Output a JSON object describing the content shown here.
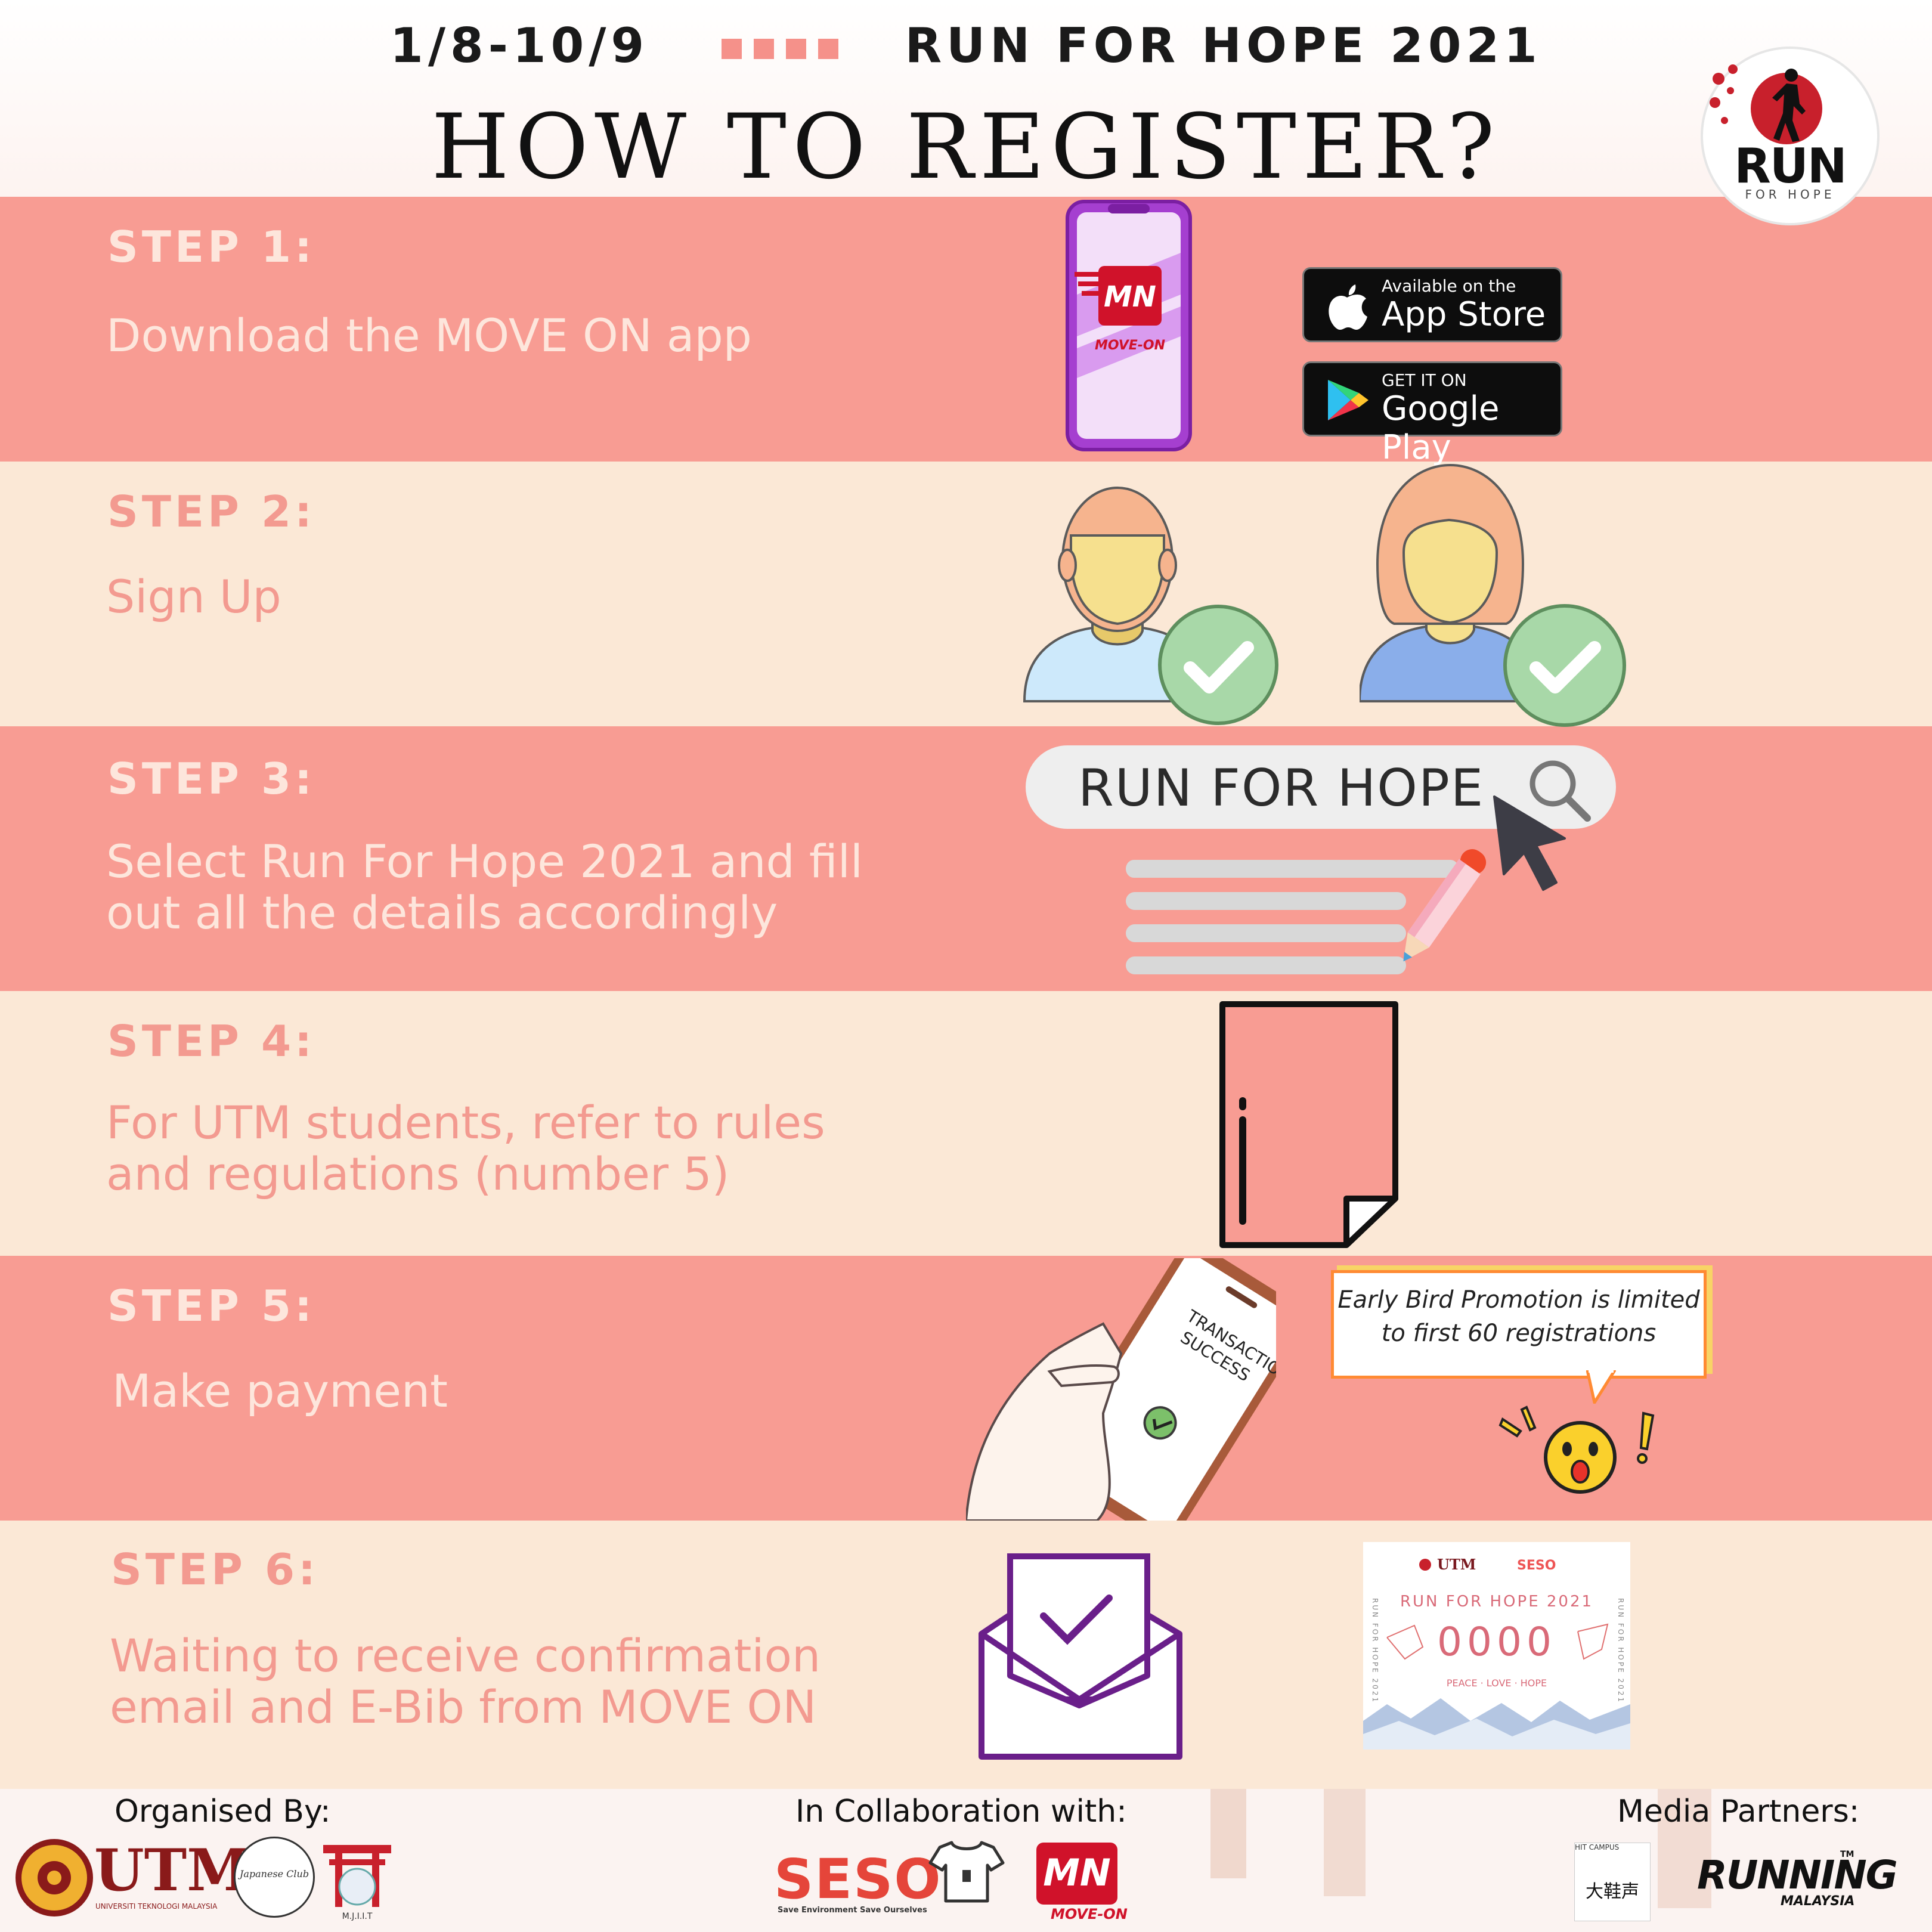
{
  "header": {
    "date_range": "1/8-10/9",
    "event": "RUN FOR HOPE 2021",
    "title": "HOW TO REGISTER?",
    "logo_word": "RUN",
    "logo_sub": "FOR HOPE"
  },
  "steps": [
    {
      "label": "STEP 1:",
      "lines": [
        "Download the MOVE ON app"
      ]
    },
    {
      "label": "STEP 2:",
      "lines": [
        "Sign Up"
      ]
    },
    {
      "label": "STEP 3:",
      "lines": [
        "Select Run For Hope 2021 and fill",
        "out all the details accordingly"
      ]
    },
    {
      "label": "STEP 4:",
      "lines": [
        "For UTM students, refer to rules",
        "and regulations (number 5)"
      ]
    },
    {
      "label": "STEP 5:",
      "lines": [
        "Make payment"
      ]
    },
    {
      "label": "STEP 6:",
      "lines": [
        "Waiting to receive confirmation",
        "email and E-Bib from MOVE ON"
      ]
    }
  ],
  "app_store": {
    "small": "Available on the",
    "big": "App Store"
  },
  "google_play": {
    "small": "GET IT ON",
    "big": "Google Play"
  },
  "phone_app_label": "MOVE-ON",
  "phone_app_logo": "MN",
  "search_text": "RUN FOR HOPE",
  "transaction_text": [
    "TRANSACTION",
    "SUCCESS"
  ],
  "promo": {
    "line1": "Early Bird Promotion is limited",
    "line2": "to first 60 registrations"
  },
  "ebib": {
    "title": "RUN FOR HOPE 2021",
    "digits": "0000",
    "tagline": "PEACE · LOVE · HOPE",
    "side_text": "RUN FOR HOPE 2021",
    "sponsors": [
      "UTM",
      "SESO"
    ]
  },
  "footer": {
    "organised_by": "Organised By:",
    "collaboration": "In Collaboration with:",
    "media_partners": "Media Partners:",
    "utm": "UTM",
    "utm_sub": "UNIVERSITI TEKNOLOGI MALAYSIA",
    "japanese_club": "Japanese Club",
    "mjiit": "M.J.I.I.T",
    "seso": "SESO",
    "seso_sub": "Save Environment Save Ourselves",
    "moveon_logo": "MN",
    "moveon": "MOVE-ON",
    "hit_campus": "HIT CAMPUS",
    "hit_chinese": "大鞋声",
    "running": "RUNNING",
    "running_sub": "MALAYSIA",
    "tm": "TM"
  },
  "colors": {
    "pink_band": "#f89c93",
    "cream_band": "#fbe8d6",
    "accent_red": "#c8202c",
    "check_green": "#a8d8a8"
  }
}
